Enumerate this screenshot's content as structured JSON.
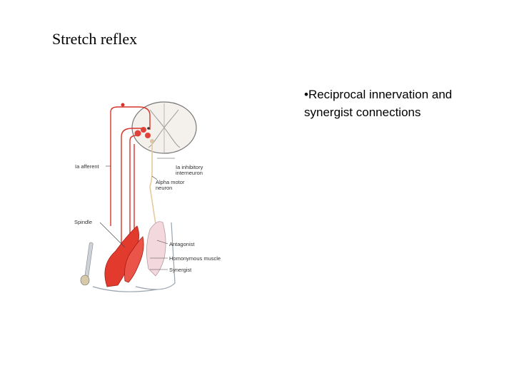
{
  "slide": {
    "title": "Stretch reflex",
    "bullet": "Reciprocal innervation and synergist connections"
  },
  "figure": {
    "labels": {
      "ia_afferent": "Ia afferent",
      "ia_inhibitory_1": "Ia inhibitory",
      "ia_inhibitory_2": "interneuron",
      "alpha_motor_1": "Alpha motor",
      "alpha_motor_2": "neuron",
      "spindle": "Spindle",
      "antagonist": "Antagonist",
      "homonymous": "Homonymous muscle",
      "synergist": "Synergist"
    },
    "colors": {
      "afferent": "#d9342b",
      "muscle": "#e23b2e",
      "antagonist_muscle": "#f3d9de",
      "motor": "#e7c9a0",
      "spinal_cord": "#f4f1ec"
    }
  }
}
